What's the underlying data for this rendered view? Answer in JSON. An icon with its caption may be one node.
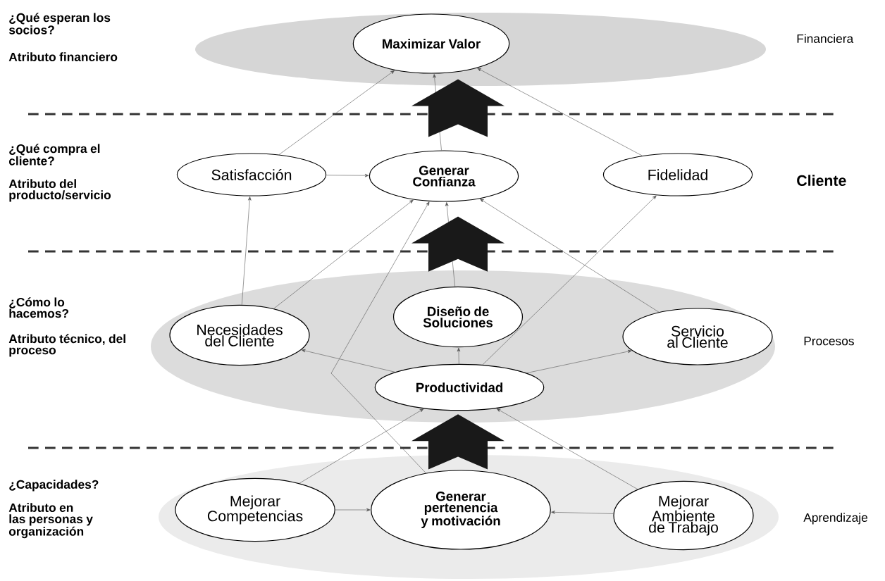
{
  "diagram": {
    "nodes": [
      {
        "text": [
          "Maximizar Valor"
        ]
      },
      {
        "text": [
          "Satisfacción"
        ]
      },
      {
        "text": [
          "Generar Confianza"
        ]
      },
      {
        "text": [
          "Fidelidad"
        ]
      },
      {
        "text": [
          "Diseño de Soluciones"
        ]
      },
      {
        "text": [
          "Necesidades del Cliente"
        ]
      },
      {
        "text": [
          "Servicio al Cliente"
        ]
      },
      {
        "text": [
          "Productividad"
        ]
      },
      {
        "text": [
          "Mejorar Competencias"
        ]
      },
      {
        "text": [
          "Generar pertenencia y motivación"
        ]
      },
      {
        "text": [
          "Mejorar Ambiente de Trabajo"
        ]
      }
    ],
    "edges": [
      {
        "from": 1,
        "to": 0,
        "arrow": "to"
      },
      {
        "from": 2,
        "to": 0,
        "arrow": "to"
      },
      {
        "from": 3,
        "to": 0,
        "arrow": "to"
      },
      {
        "from": 1,
        "to": 2,
        "arrow": "to"
      },
      {
        "from": 5,
        "to": 1,
        "arrow": "to"
      },
      {
        "from": 5,
        "to": 2,
        "arrow": "to"
      },
      {
        "from": 9,
        "to": 2,
        "arrow": "to"
      },
      {
        "from": 4,
        "to": 2,
        "arrow": "to"
      },
      {
        "from": 6,
        "to": 2,
        "arrow": "to"
      },
      {
        "from": 7,
        "to": 3,
        "arrow": "to"
      },
      {
        "from": 7,
        "to": 5,
        "arrow": "to"
      },
      {
        "from": 7,
        "to": 4,
        "arrow": "to"
      },
      {
        "from": 7,
        "to": 6,
        "arrow": "to"
      },
      {
        "from": 8,
        "to": 7,
        "arrow": "to"
      },
      {
        "from": 10,
        "to": 7,
        "arrow": "to"
      },
      {
        "from": 8,
        "to": 9,
        "arrow": "to"
      },
      {
        "from": 10,
        "to": 9,
        "arrow": "to"
      },
      {
        "from": 2,
        "to": 0,
        "arrow": "to",
        "style": "thick"
      },
      {
        "from": 4,
        "to": 2,
        "arrow": "to",
        "style": "thick"
      },
      {
        "from": 9,
        "to": 7,
        "arrow": "to",
        "style": "thick"
      }
    ],
    "labels": [
      "¿Qué esperan los socios?",
      "Atributo financiero",
      "Financiera",
      "¿Qué compra el cliente?",
      "Atributo del producto/servicio",
      "Cliente",
      "¿Cómo lo hacemos?",
      "Atributo técnico, del proceso",
      "Procesos",
      "¿Capacidades?",
      "Atributo en las personas y organización",
      "Aprendizaje"
    ]
  }
}
